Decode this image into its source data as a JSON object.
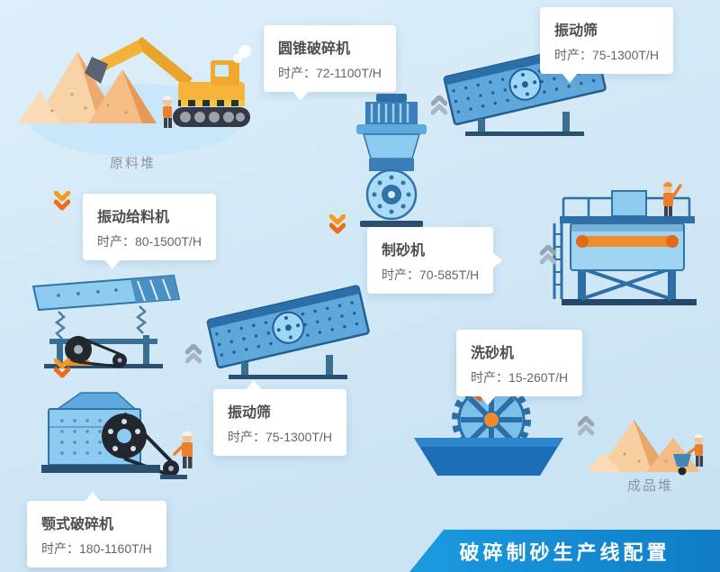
{
  "banner": {
    "title": "破碎制砂生产线配置"
  },
  "piles": {
    "raw": "原料堆",
    "product": "成品堆"
  },
  "labels": [
    {
      "name": "圆锥破碎机",
      "capacity": "时产：72-1100T/H"
    },
    {
      "name": "振动筛",
      "capacity": "时产：75-1300T/H"
    },
    {
      "name": "振动给料机",
      "capacity": "时产：80-1500T/H"
    },
    {
      "name": "制砂机",
      "capacity": "时产：70-585T/H"
    },
    {
      "name": "振动筛",
      "capacity": "时产：75-1300T/H"
    },
    {
      "name": "洗砂机",
      "capacity": "时产：15-260T/H"
    },
    {
      "name": "颚式破碎机",
      "capacity": "时产：180-1160T/H"
    }
  ],
  "colors": {
    "background_blue": "#cfe7f6",
    "banner_blue": "#1691da",
    "machine_blue": "#5fa8dc",
    "arrow_orange": "#f0861c",
    "arrow_gray": "#97a5b2",
    "sand_tan": "#f5bd85"
  }
}
